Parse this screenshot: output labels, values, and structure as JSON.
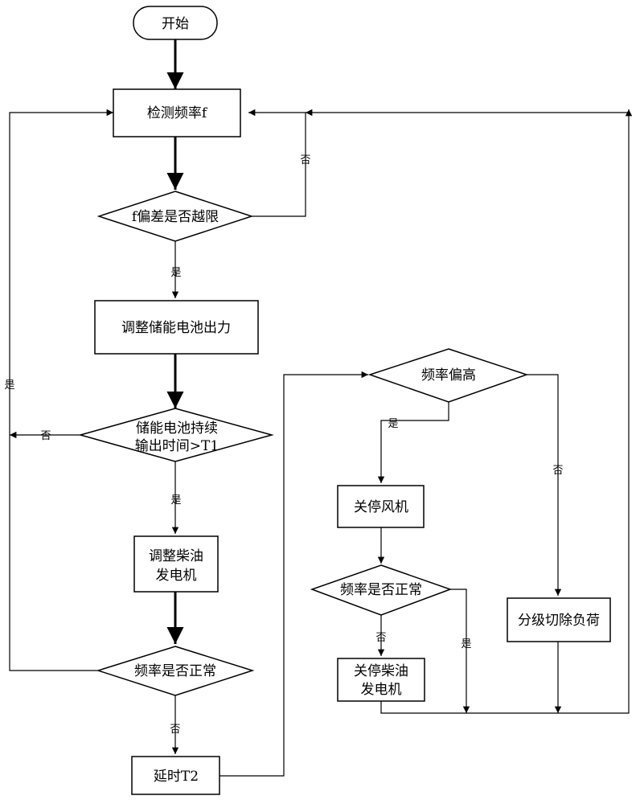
{
  "diagram": {
    "nodes": {
      "start": "开始",
      "detect": "检测频率f",
      "deviation": "f偏差是否越限",
      "adjust_battery": "调整储能电池出力",
      "battery_duration": [
        "储能电池持续",
        "输出时间>T1"
      ],
      "adjust_diesel": [
        "调整柴油",
        "发电机"
      ],
      "freq_normal_left": "频率是否正常",
      "delay": "延时T2",
      "freq_high": "频率偏高",
      "stop_wind": "关停风机",
      "freq_normal_right": "频率是否正常",
      "stop_diesel": [
        "关停柴油",
        "发电机"
      ],
      "shed_load": "分级切除负荷"
    },
    "edge_labels": {
      "deviation_no": "否",
      "deviation_yes": "是",
      "battery_no": "否",
      "battery_yes": "是",
      "left_loop_yes": "是",
      "left_normal_no": "否",
      "high_yes": "是",
      "high_no": "否",
      "right_normal_no": "否",
      "right_normal_yes": "是"
    }
  }
}
